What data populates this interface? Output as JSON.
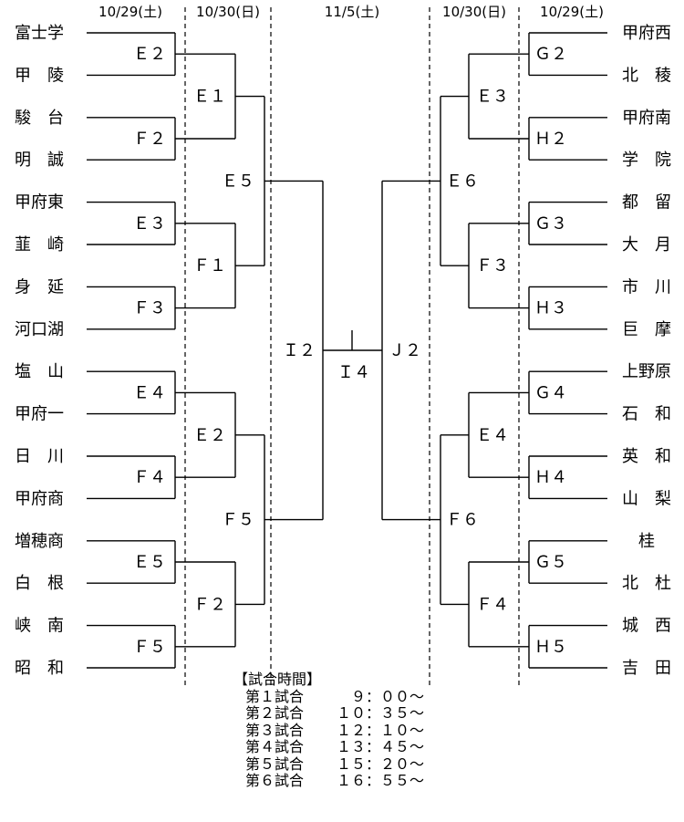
{
  "dates": {
    "left_outer": "10/29(土)",
    "left_inner": "10/30(日)",
    "center": "11/5(土)",
    "right_inner": "10/30(日)",
    "right_outer": "10/29(土)"
  },
  "left_teams": [
    "富士学",
    "甲　陵",
    "駿　台",
    "明　誠",
    "甲府東",
    "韮　崎",
    "身　延",
    "河口湖",
    "塩　山",
    "甲府一",
    "日　川",
    "甲府商",
    "増穂商",
    "白　根",
    "峡　南",
    "昭　和"
  ],
  "right_teams": [
    "甲府西",
    "北　稜",
    "甲府南",
    "学　院",
    "都　留",
    "大　月",
    "市　川",
    "巨　摩",
    "上野原",
    "石　和",
    "英　和",
    "山　梨",
    "桂",
    "北　杜",
    "城　西",
    "吉　田"
  ],
  "left_r1": [
    "Ｅ２",
    "Ｆ２",
    "Ｅ３",
    "Ｆ３",
    "Ｅ４",
    "Ｆ４",
    "Ｅ５",
    "Ｆ５"
  ],
  "right_r1": [
    "Ｇ２",
    "Ｈ２",
    "Ｇ３",
    "Ｈ３",
    "Ｇ４",
    "Ｈ４",
    "Ｇ５",
    "Ｈ５"
  ],
  "left_r2": [
    "Ｅ１",
    "Ｆ１",
    "Ｅ２",
    "Ｆ２"
  ],
  "right_r2": [
    "Ｅ３",
    "Ｆ３",
    "Ｅ４",
    "Ｆ４"
  ],
  "left_r3": [
    "Ｅ５",
    "Ｆ５"
  ],
  "right_r3": [
    "Ｅ６",
    "Ｆ６"
  ],
  "semi_left": "Ｉ２",
  "semi_right": "Ｊ２",
  "final": "Ｉ４",
  "schedule": {
    "header": "【試合時間】",
    "rows": [
      {
        "label": "第１試合",
        "time": "　９：００～"
      },
      {
        "label": "第２試合",
        "time": "１０：３５～"
      },
      {
        "label": "第３試合",
        "time": "１２：１０～"
      },
      {
        "label": "第４試合",
        "time": "１３：４５～"
      },
      {
        "label": "第５試合",
        "time": "１５：２０～"
      },
      {
        "label": "第６試合",
        "time": "１６：５５～"
      }
    ]
  }
}
